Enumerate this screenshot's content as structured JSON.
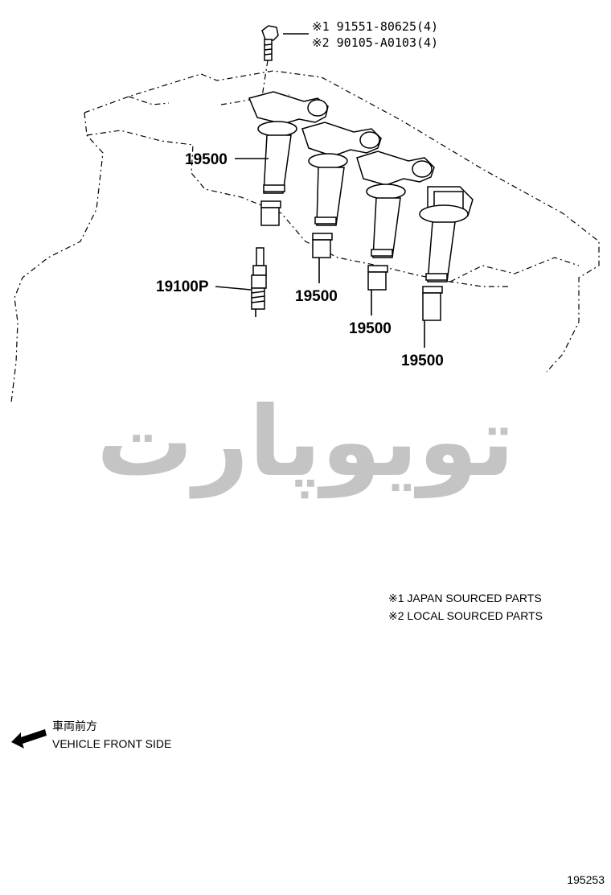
{
  "bolts": {
    "line1": "※1 91551-80625(4)",
    "line2": "※2 90105-A0103(4)"
  },
  "parts": {
    "coil_a": "19500",
    "coil_b": "19500",
    "coil_c": "19500",
    "coil_d": "19500",
    "spark_plug": "19100P"
  },
  "watermark": {
    "text": "تویوپارت",
    "color": "#c4c4c4"
  },
  "notes": {
    "japan": "※1 JAPAN SOURCED PARTS",
    "local": "※2 LOCAL SOURCED PARTS"
  },
  "direction": {
    "japanese": "車両前方",
    "english": "VEHICLE FRONT SIDE"
  },
  "catalog_number": "195253"
}
